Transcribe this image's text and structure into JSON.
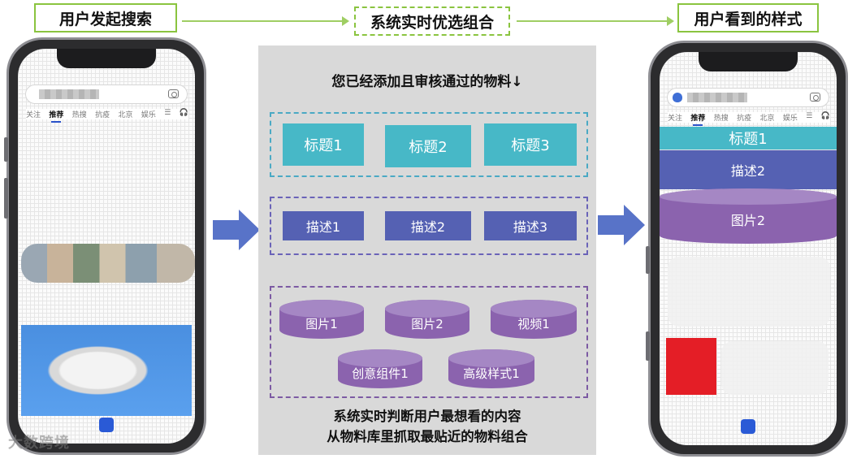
{
  "flow": {
    "step1": "用户发起搜索",
    "step2": "系统实时优选组合",
    "step3": "用户看到的样式"
  },
  "phone_tabs": [
    "关注",
    "推荐",
    "热搜",
    "抗疫",
    "北京",
    "娱乐",
    "☰",
    "🎧"
  ],
  "panel": {
    "title": "您已经添加且审核通过的物料↓",
    "titles": [
      "标题1",
      "标题2",
      "标题3"
    ],
    "descs": [
      "描述1",
      "描述2",
      "描述3"
    ],
    "media": [
      "图片1",
      "图片2",
      "视频1",
      "创意组件1",
      "高级样式1"
    ],
    "footer_line1": "系统实时判断用户最想看的内容",
    "footer_line2": "从物料库里抓取最贴近的物料组合"
  },
  "result": {
    "title": "标题1",
    "desc": "描述2",
    "image": "图片2"
  },
  "watermark": "大数跨境",
  "colors": {
    "accent_green": "#8ac43f",
    "teal": "#47b8c7",
    "indigo": "#5561b3",
    "violet": "#8b63ae",
    "arrow_blue": "#5873c8"
  }
}
